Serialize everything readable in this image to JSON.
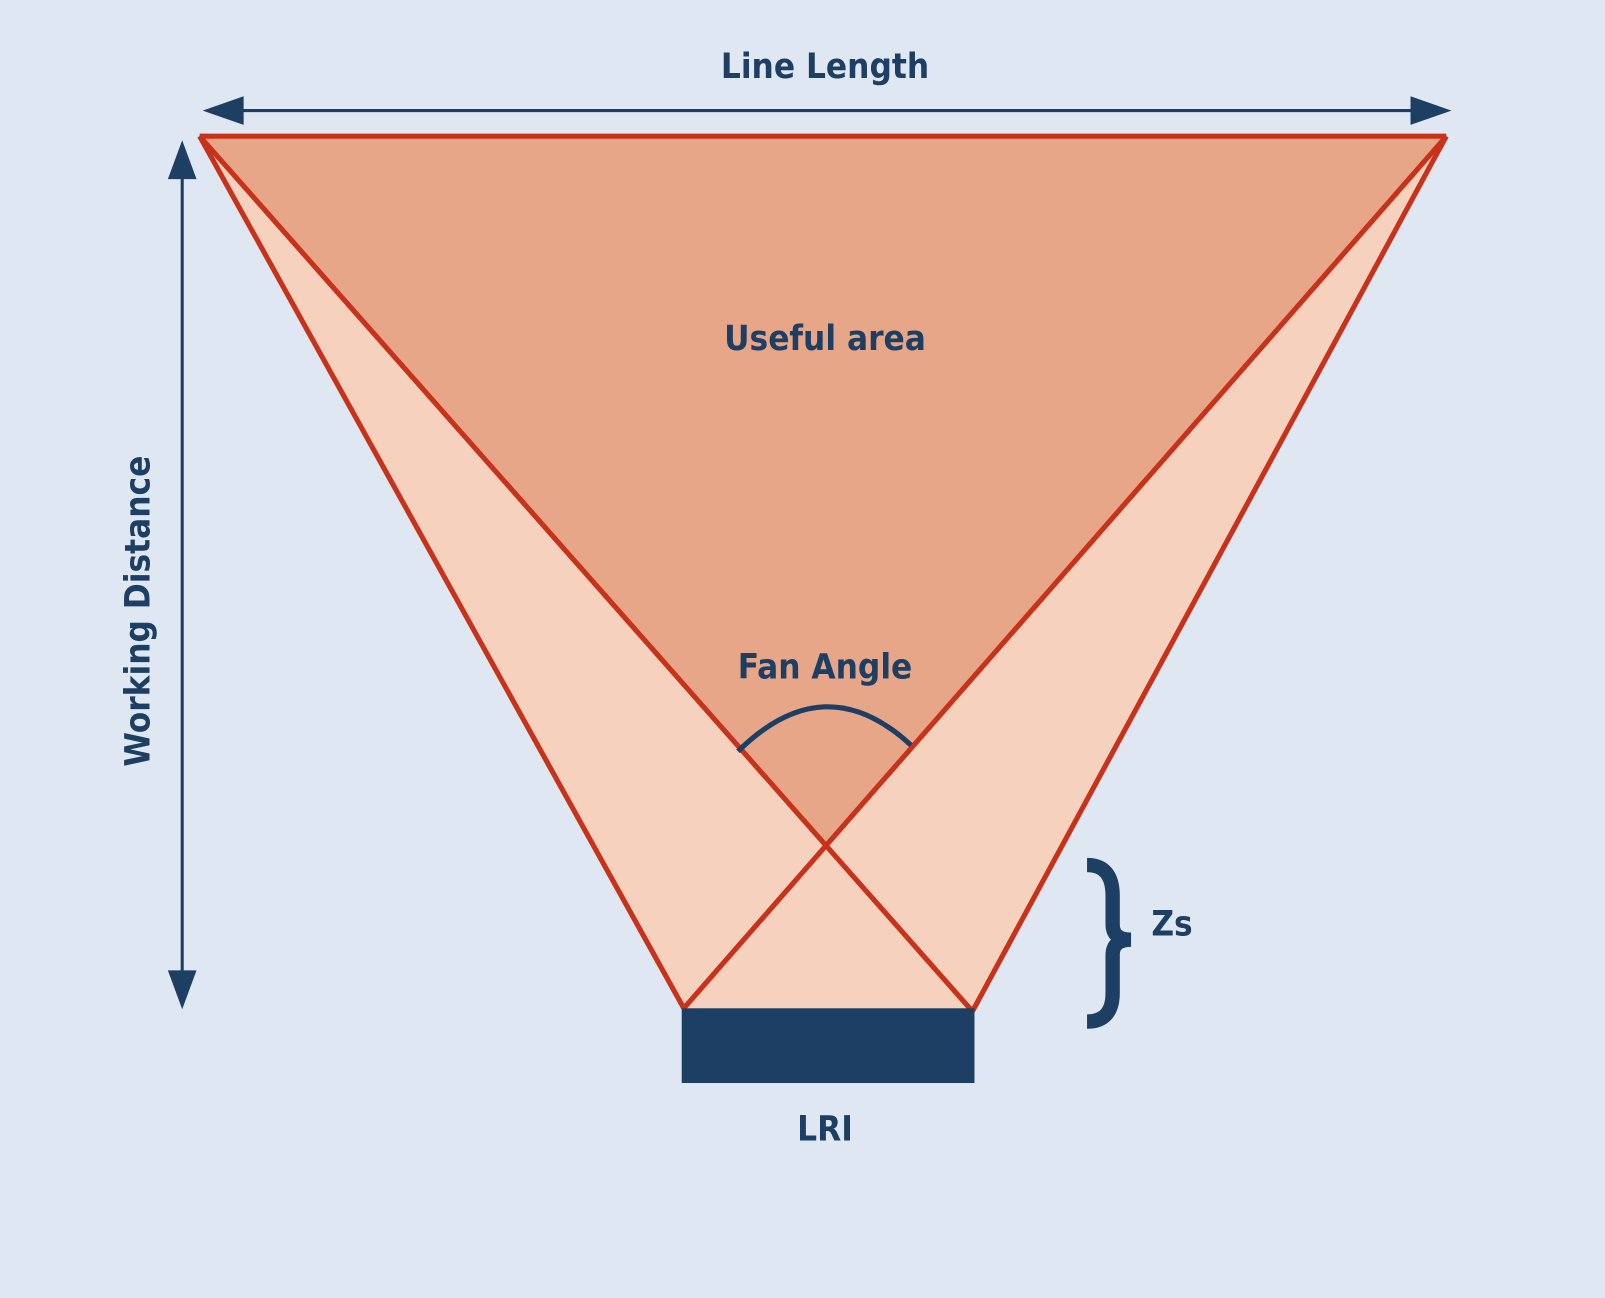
{
  "labels": {
    "line_length": "Line Length",
    "useful_area": "Useful area",
    "fan_angle": "Fan Angle",
    "working_distance": "Working Distance",
    "zs": "Zs",
    "lri": "LRI"
  },
  "colors": {
    "background": "#dfe8f2",
    "useful_area_fill": "#e8a688",
    "beam_fill": "#f6d1be",
    "beam_stroke": "#c8321a",
    "navy": "#1c3f63"
  }
}
